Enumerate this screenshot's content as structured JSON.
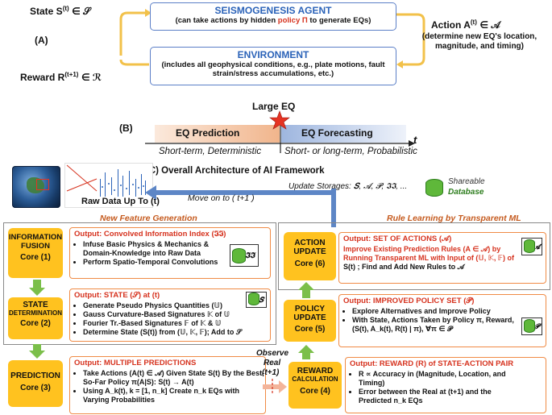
{
  "partA": {
    "label": "(A)",
    "state": "State S",
    "state_sup": "(t)",
    "state_in": "∈ 𝒮",
    "action": "Action A",
    "action_sup": "(t)",
    "action_in": "∈ 𝒜",
    "action_desc": "(determine new EQ's location, magnitude, and timing)",
    "reward": "Reward R",
    "reward_sup": "(t+1)",
    "reward_in": "∈ ℛ",
    "agent_title": "SEISMOGENESIS AGENT",
    "agent_sub_pre": "(can take actions by hidden ",
    "agent_sub_policy": "policy Π",
    "agent_sub_post": " to generate EQs)",
    "env_title": "ENVIRONMENT",
    "env_sub": "(includes all geophysical conditions, e.g., plate motions, fault strain/stress accumulations, etc.)"
  },
  "partB": {
    "label": "(B)",
    "large_eq": "Large EQ",
    "prediction": "EQ Prediction",
    "forecasting": "EQ Forecasting",
    "t": "t",
    "pred_desc": "Short-term, Deterministic",
    "fore_desc": "Short- or long-term, Probabilistic"
  },
  "partC": {
    "title": "(C) Overall Architecture of AI Framework",
    "raw_data": "Raw Data Up To (t)",
    "move_on": "Move on to ( t+1 )",
    "update_storages": "Update Storages: 𝑺, 𝓐, 𝓟, 𝕴𝕴, ...",
    "shareable": "Shareable",
    "database": "Database",
    "new_feature": "New Feature Generation",
    "rule_learning": "Rule Learning by Transparent ML",
    "observe": "Observe",
    "real": "Real",
    "t_plus": "(t+1)",
    "blocks": {
      "info": {
        "title1": "INFORMATION",
        "title2": "FUSION",
        "core": "Core (1)"
      },
      "state": {
        "title1": "STATE",
        "title2": "DETERMINATION",
        "core": "Core (2)"
      },
      "prediction": {
        "title1": "PREDICTION",
        "core": "Core (3)"
      },
      "reward": {
        "title1": "REWARD",
        "title2": "CALCULATION",
        "core": "Core (4)"
      },
      "policy": {
        "title1": "POLICY",
        "title2": "UPDATE",
        "core": "Core (5)"
      },
      "action": {
        "title1": "ACTION",
        "title2": "UPDATE",
        "core": "Core (6)"
      }
    },
    "cards": {
      "info": {
        "title": "Output: Convolved Information Index (𝕴𝕴)",
        "items": [
          "Infuse Basic Physics & Mechanics & Domain-Knowledge into Raw Data",
          "Perform Spatio-Temporal Convolutions"
        ],
        "db": "𝕴𝕴"
      },
      "state": {
        "title": "Output: STATE (𝒮) at (t)",
        "items": [
          "Generate Pseudo Physics Quantities (𝕌)",
          "Gauss Curvature-Based Signatures 𝕂 of 𝕌",
          "Fourier Tr.-Based Signatures 𝔽 of 𝕂 & 𝕌",
          "Determine State (S(t)) from (𝕌, 𝕂, 𝔽); Add to 𝒮"
        ],
        "db": "𝑺"
      },
      "prediction": {
        "title": "Output: MULTIPLE PREDICTIONS",
        "items": [
          "Take Actions (A(t) ∈ 𝒜) Given State S(t) By the Best-So-Far Policy π(A|S): S(t) → A(t)",
          "Using A_k(t), k = [1, n_k] Create n_k EQs with Varying Probabilities"
        ]
      },
      "reward": {
        "title": "Output: REWARD (R) of STATE-ACTION PAIR",
        "items": [
          "R ∝ Accuracy in (Magnitude, Location, and Timing)",
          "Error between the Real at (t+1) and the Predicted n_k EQs"
        ]
      },
      "policy": {
        "title": "Output: IMPROVED POLICY SET (𝒫)",
        "items": [
          "Explore Alternatives and Improve Policy",
          "With State, Actions Taken by Policy π, Reward, (S(t), A_k(t), R(t) | π), ∀π ∈ 𝒫"
        ],
        "db": "𝓟"
      },
      "action": {
        "title": "Output: SET OF ACTIONS (𝒜)",
        "line1": "Improve Existing Prediction Rules (A ∈ 𝒜) by",
        "line2": "Running Transparent ML with Input of (𝕌, 𝕂, 𝔽) of",
        "line3": "S(t) ; Find and Add New Rules to 𝒜",
        "db": "𝓐"
      }
    }
  }
}
